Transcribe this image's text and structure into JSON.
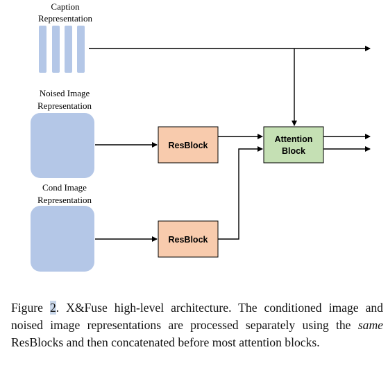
{
  "diagram": {
    "caption_input_label": [
      "Caption",
      "Representation"
    ],
    "noised_input_label": [
      "Noised Image",
      "Representation"
    ],
    "cond_input_label": [
      "Cond Image",
      "Representation"
    ],
    "resblock_top_label": "ResBlock",
    "resblock_bottom_label": "ResBlock",
    "attention_label": [
      "Attention",
      "Block"
    ],
    "colors": {
      "input_blue": "#b4c7e7",
      "resblock_fill": "#f8cbad",
      "attention_fill": "#c5e0b4"
    }
  },
  "caption": {
    "prefix": "Figure ",
    "number": "2",
    "text_before_italic": ". X&Fuse high-level architecture. The conditioned image and noised image representations are processed separately using the ",
    "italic": "same",
    "text_after_italic": " ResBlocks and then concatenated before most attention blocks."
  }
}
